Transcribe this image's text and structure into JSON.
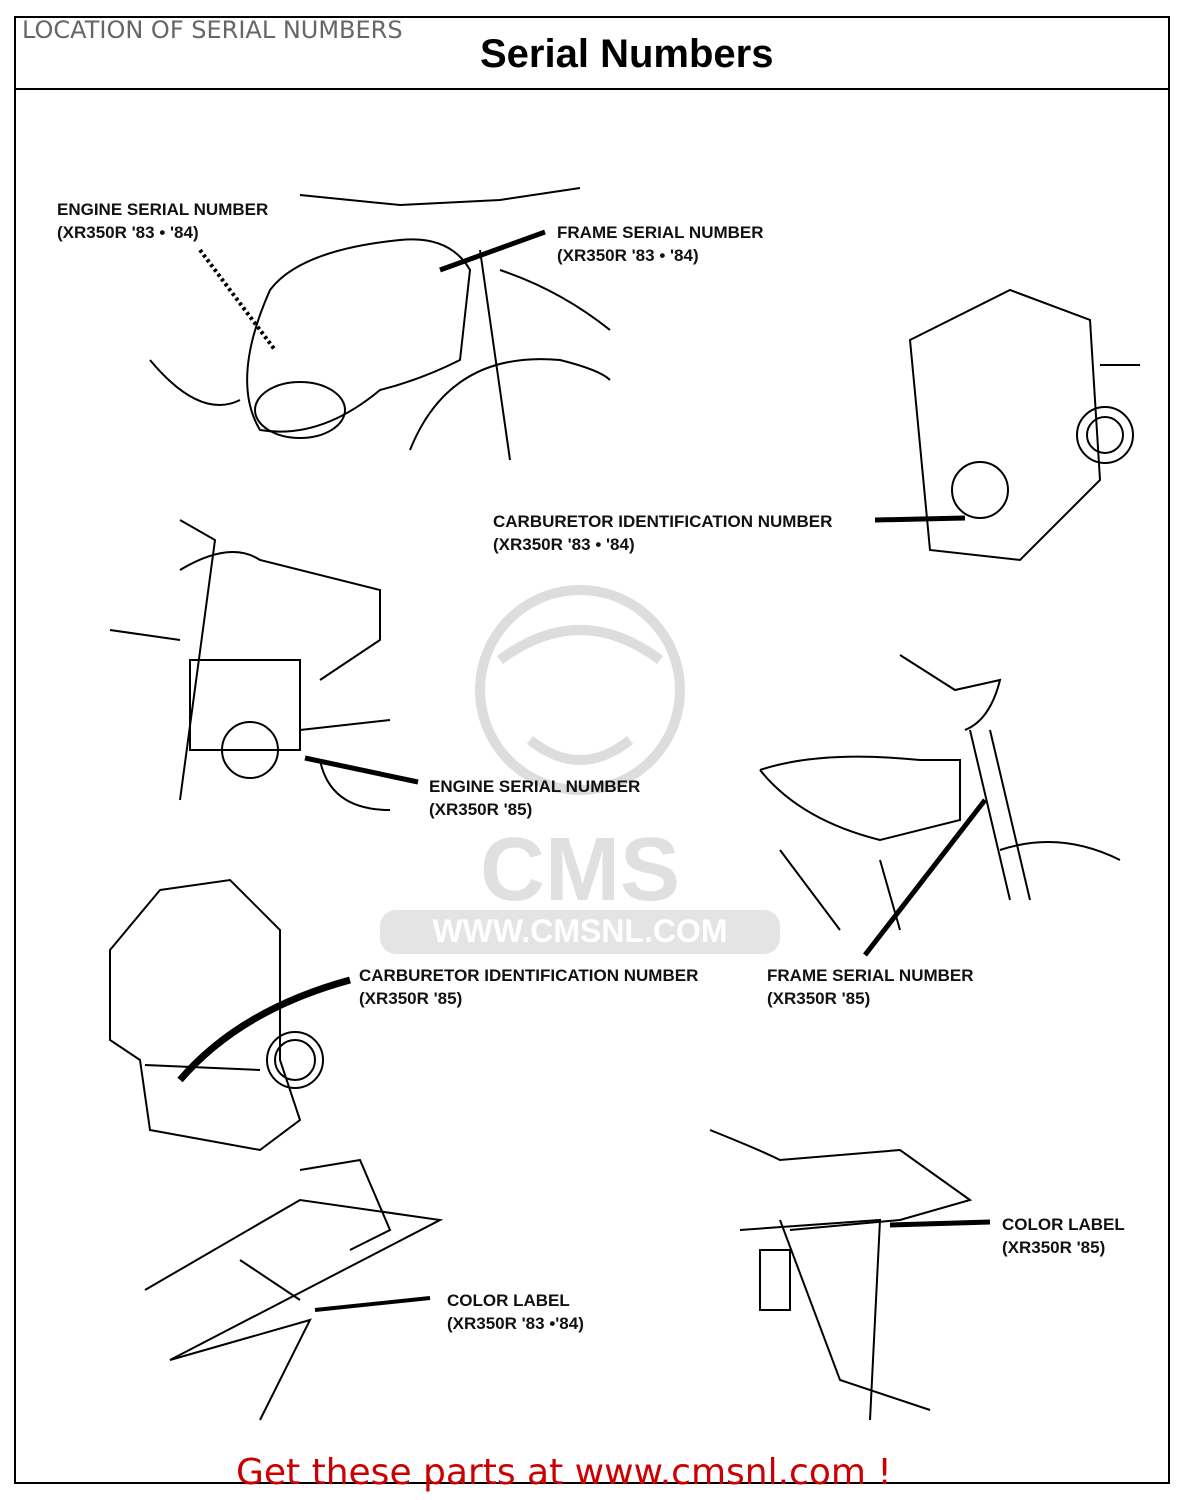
{
  "header": {
    "caption": "LOCATION OF SERIAL NUMBERS",
    "title": "Serial Numbers"
  },
  "labels": {
    "engine_8384": {
      "name": "ENGINE SERIAL NUMBER",
      "model": "(XR350R '83 • '84)"
    },
    "frame_8384": {
      "name": "FRAME SERIAL NUMBER",
      "model": "(XR350R '83 • '84)"
    },
    "carb_8384": {
      "name": "CARBURETOR IDENTIFICATION NUMBER",
      "model": "(XR350R '83 • '84)"
    },
    "engine_85": {
      "name": "ENGINE SERIAL NUMBER",
      "model": "(XR350R '85)"
    },
    "carb_85": {
      "name": "CARBURETOR IDENTIFICATION NUMBER",
      "model": "(XR350R '85)"
    },
    "frame_85": {
      "name": "FRAME SERIAL NUMBER",
      "model": "(XR350R '85)"
    },
    "color_85": {
      "name": "COLOR LABEL",
      "model": "(XR350R '85)"
    },
    "color_8384": {
      "name": "COLOR LABEL",
      "model": "(XR350R '83 •'84)"
    }
  },
  "watermark": {
    "brand": "CMS",
    "url": "WWW.CMSNL.COM"
  },
  "footer": {
    "text": "Get these parts at www.cmsnl.com !"
  },
  "colors": {
    "footer": "#cc0000",
    "caption": "#666666"
  }
}
